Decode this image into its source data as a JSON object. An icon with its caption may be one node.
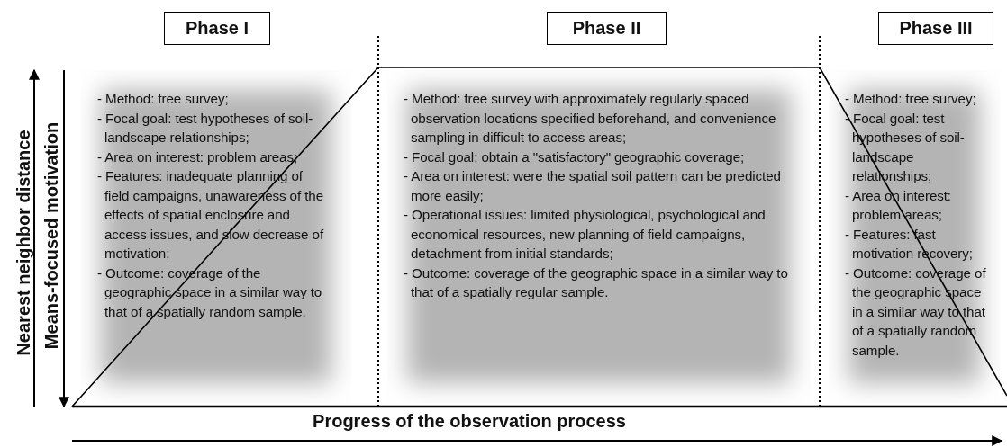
{
  "diagram": {
    "nodes": [
      {
        "text": [
          "Phase I"
        ]
      },
      {
        "text": [
          "Phase II"
        ]
      },
      {
        "text": [
          "Phase III"
        ]
      },
      {
        "text": [
          "- Method: free survey;",
          "- Focal goal: test hypotheses of soil-landscape relationships;",
          "- Area on interest: problem areas;",
          "- Features: inadequate planning of field campaigns, unawareness of the effects of spatial enclosure and access issues, and slow decrease of motivation;",
          "- Outcome: coverage of the geographic space in a similar way to that of a spatially random sample."
        ]
      },
      {
        "text": [
          "- Method: free survey with approximately regularly spaced observation locations specified beforehand, and convenience sampling in difficult to access areas;",
          "- Focal goal: obtain a \"satisfactory\" geographic coverage;",
          "- Area on interest: were the spatial soil pattern can be predicted more easily;",
          "- Operational issues: limited physiological, psychological and economical resources, new planning of field campaigns, detachment from initial standards;",
          "- Outcome: coverage of the geographic space in a similar way to that of a spatially regular sample."
        ]
      },
      {
        "text": [
          "- Method: free survey;",
          "- Focal goal: test hypotheses of soil-landscape relationships;",
          "- Area on interest: problem areas;",
          "- Features: fast motivation recovery;",
          "- Outcome: coverage of the geographic space in a similar way to that of a spatially random sample."
        ]
      }
    ],
    "labels": [
      "Nearest neighbor distance",
      "Means-focused motivation",
      "Progress of the observation process"
    ]
  }
}
